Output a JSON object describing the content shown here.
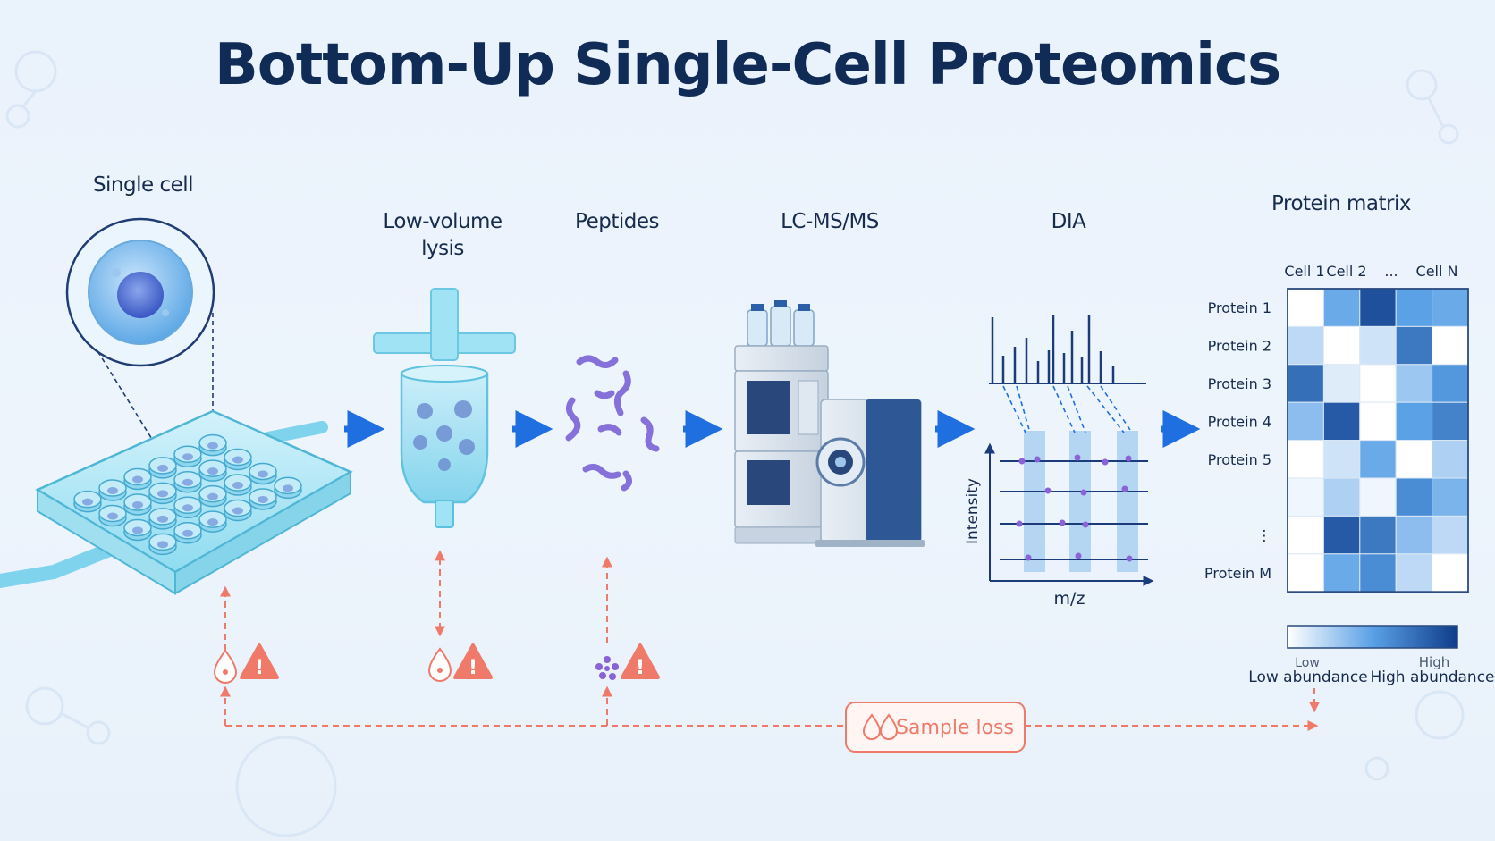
{
  "title": "Bottom-Up Single-Cell Proteomics",
  "steps": {
    "single_cell": "Single cell",
    "lysis": "Low-volume\nlysis",
    "peptides": "Peptides",
    "lcms": "LC-MS/MS",
    "dia": "DIA",
    "matrix": "Protein matrix"
  },
  "dia_plot": {
    "ylabel": "Intensity",
    "xlabel": "m/z"
  },
  "matrix": {
    "columns": [
      "Cell 1",
      "Cell 2",
      "...",
      "Cell N"
    ],
    "rows": [
      "Protein 1",
      "Protein 2",
      "Protein 3",
      "Protein 4",
      "Protein 5",
      "",
      "⋮",
      "Protein M"
    ],
    "values": [
      [
        0.0,
        0.45,
        0.9,
        0.5,
        0.45
      ],
      [
        0.2,
        0.0,
        0.15,
        0.7,
        0.0
      ],
      [
        0.75,
        0.1,
        0.0,
        0.3,
        0.55
      ],
      [
        0.35,
        0.85,
        0.0,
        0.5,
        0.65
      ],
      [
        0.0,
        0.15,
        0.45,
        0.0,
        0.25
      ],
      [
        0.05,
        0.25,
        0.05,
        0.6,
        0.4
      ],
      [
        0.0,
        0.85,
        0.7,
        0.35,
        0.2
      ],
      [
        0.0,
        0.45,
        0.6,
        0.2,
        0.0
      ]
    ],
    "legend": {
      "low_small": "Low",
      "low": "Low abundance",
      "high_small": "High",
      "high": "High abundance"
    }
  },
  "loss": {
    "label": "Sample loss"
  },
  "colors": {
    "title": "#0f2b56",
    "accent_blue": "#1f6fe0",
    "loss_red": "#f07a6a",
    "heat_low": "#ffffff",
    "heat_high": "#0f3c8a"
  }
}
